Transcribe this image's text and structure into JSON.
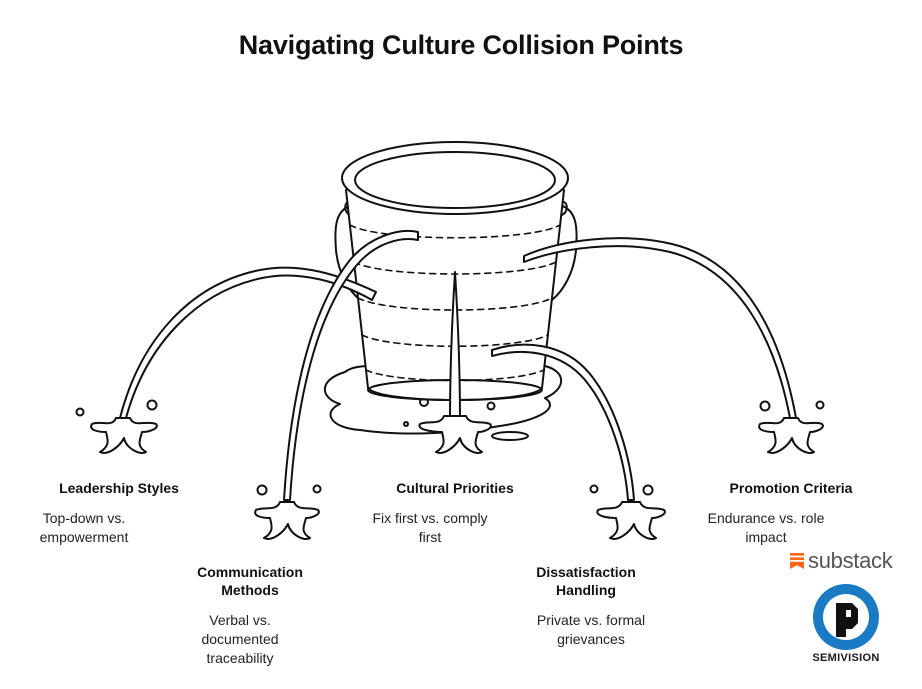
{
  "title": "Navigating Culture Collision Points",
  "items": [
    {
      "heading": "Leadership Styles",
      "description": "Top-down vs. empowerment"
    },
    {
      "heading": "Communication Methods",
      "description": "Verbal vs. documented traceability"
    },
    {
      "heading": "Cultural Priorities",
      "description": "Fix first vs. comply first"
    },
    {
      "heading": "Dissatisfaction Handling",
      "description": "Private vs. formal grievances"
    },
    {
      "heading": "Promotion Criteria",
      "description": "Endurance vs. role impact"
    }
  ],
  "logos": {
    "substack": "substack",
    "semivision": "SEMIVISION"
  },
  "colors": {
    "ink": "#111111",
    "substack_orange": "#ff6719",
    "semivision_blue": "#1a7ac4"
  }
}
